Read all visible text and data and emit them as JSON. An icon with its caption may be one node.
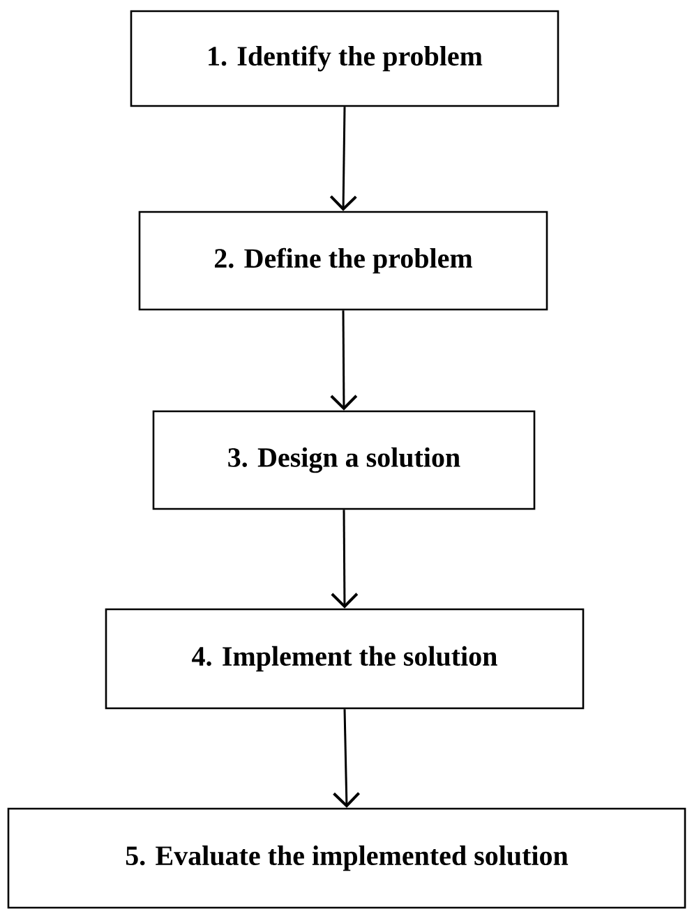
{
  "diagram": {
    "nodes": [
      {
        "text": [
          "1. Identify the problem"
        ]
      },
      {
        "text": [
          "2. Define the problem"
        ]
      },
      {
        "text": [
          "3. Design a solution"
        ]
      },
      {
        "text": [
          "4. Implement the solution"
        ]
      },
      {
        "text": [
          "5. Evaluate the implemented solution"
        ]
      }
    ],
    "edges": [
      {
        "from": 0,
        "to": 1,
        "arrow": "to"
      },
      {
        "from": 1,
        "to": 2,
        "arrow": "to"
      },
      {
        "from": 2,
        "to": 3,
        "arrow": "to"
      },
      {
        "from": 3,
        "to": 4,
        "arrow": "to"
      }
    ]
  }
}
